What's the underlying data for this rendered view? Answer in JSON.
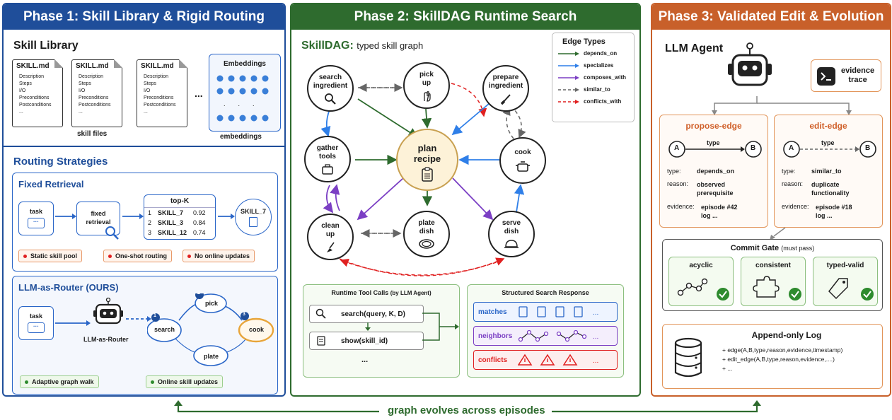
{
  "phase1": {
    "title": "Phase 1: Skill Library & Rigid Routing",
    "library_title": "Skill Library",
    "docs": [
      {
        "title": "SKILL.md",
        "items": [
          "Description",
          "Steps",
          "I/O",
          "Preconditions",
          "Postconditions",
          "..."
        ]
      },
      {
        "title": "SKILL.md",
        "items": [
          "Description",
          "Steps",
          "I/O",
          "Preconditions",
          "Postconditions",
          "..."
        ]
      },
      {
        "title": "SKILL.md",
        "items": [
          "Description",
          "Steps",
          "I/O",
          "Preconditions",
          "Postconditions",
          "..."
        ]
      }
    ],
    "ellipsis": "...",
    "skill_files_label": "skill files",
    "embeddings_title": "Embeddings",
    "embeddings_label": "embeddings",
    "routing_title": "Routing Strategies",
    "fixed": {
      "title": "Fixed Retrieval",
      "task": "task",
      "retrieval": "fixed\nretrieval",
      "topk_title": "top-K",
      "rows": [
        {
          "rank": "1",
          "skill": "SKILL_7",
          "score": "0.92"
        },
        {
          "rank": "2",
          "skill": "SKILL_3",
          "score": "0.84"
        },
        {
          "rank": "3",
          "skill": "SKILL_12",
          "score": "0.74"
        }
      ],
      "result": "SKILL_7",
      "chips": [
        "Static skill pool",
        "One-shot routing",
        "No online updates"
      ]
    },
    "router": {
      "title": "LLM-as-Router (OURS)",
      "task": "task",
      "router_label": "LLM-as-Router",
      "nodes": [
        "search",
        "pick",
        "cook",
        "plate"
      ],
      "steps": [
        "1",
        "2",
        "3"
      ],
      "chips": [
        "Adaptive graph walk",
        "Online skill updates"
      ]
    }
  },
  "phase2": {
    "title": "Phase 2: SkillDAG Runtime Search",
    "dag_title": "SkillDAG:",
    "dag_subtitle": "typed skill graph",
    "nodes": {
      "search": "search\ningredient",
      "pick": "pick\nup",
      "prepare": "prepare\ningredient",
      "gather": "gather\ntools",
      "plan": "plan\nrecipe",
      "cook": "cook",
      "clean": "clean\nup",
      "plate": "plate\ndish",
      "serve": "serve\ndish"
    },
    "legend_title": "Edge Types",
    "legend": [
      {
        "label": "depends_on",
        "color": "#2e6b2e"
      },
      {
        "label": "specializes",
        "color": "#2f7fe8"
      },
      {
        "label": "composes_with",
        "color": "#7b3fc4"
      },
      {
        "label": "similar_to",
        "color": "#666666"
      },
      {
        "label": "conflicts_with",
        "color": "#e02020"
      }
    ],
    "tools_title": "Runtime Tool Calls",
    "tools_by": "(by LLM Agent)",
    "tool_search": "search(query, K, D)",
    "tool_show": "show(skill_id)",
    "tool_more": "...",
    "response_title": "Structured Search Response",
    "responses": [
      {
        "label": "matches",
        "color": "#2a66c8"
      },
      {
        "label": "neighbors",
        "color": "#7b3fc4"
      },
      {
        "label": "conflicts",
        "color": "#e02020"
      }
    ]
  },
  "phase3": {
    "title": "Phase 3: Validated Edit & Evolution",
    "agent_title": "LLM Agent",
    "trace_label": "evidence\ntrace",
    "propose": {
      "title": "propose-edge",
      "a": "A",
      "b": "B",
      "edge_label": "type",
      "type_key": "type:",
      "type_val": "depends_on",
      "reason_key": "reason:",
      "reason_val": "observed\nprerequisite",
      "evidence_key": "evidence:",
      "evidence_val": "episode #42\nlog ..."
    },
    "edit": {
      "title": "edit-edge",
      "a": "A",
      "b": "B",
      "edge_label": "type",
      "type_key": "type:",
      "type_val": "similar_to",
      "reason_key": "reason:",
      "reason_val": "duplicate\nfunctionality",
      "evidence_key": "evidence:",
      "evidence_val": "episode #18\nlog ..."
    },
    "gate_title": "Commit Gate",
    "gate_sub": "(must pass)",
    "checks": [
      "acyclic",
      "consistent",
      "typed-valid"
    ],
    "log_title": "Append-only Log",
    "log_lines": [
      "+ edge(A,B,type,reason,evidence,timestamp)",
      "+ edit_edge(A,B,type,reason,evidence,....)",
      "+ ..."
    ]
  },
  "footer": "graph evolves across episodes"
}
